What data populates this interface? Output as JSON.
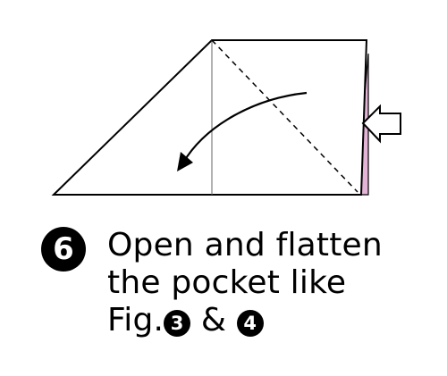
{
  "step": {
    "number": "6",
    "caption_line1": "Open and flatten",
    "caption_line2": "the pocket like",
    "caption_line3_prefix": "Fig.",
    "fig_ref_a": "3",
    "ampersand": " & ",
    "fig_ref_b": "4"
  },
  "colors": {
    "paper": "#ffffff",
    "line": "#000000",
    "pocket_inside": "#e4b4d6"
  },
  "icons": {
    "fold_arrow": "curved-arrow-icon",
    "push_arrow": "push-arrow-icon"
  }
}
